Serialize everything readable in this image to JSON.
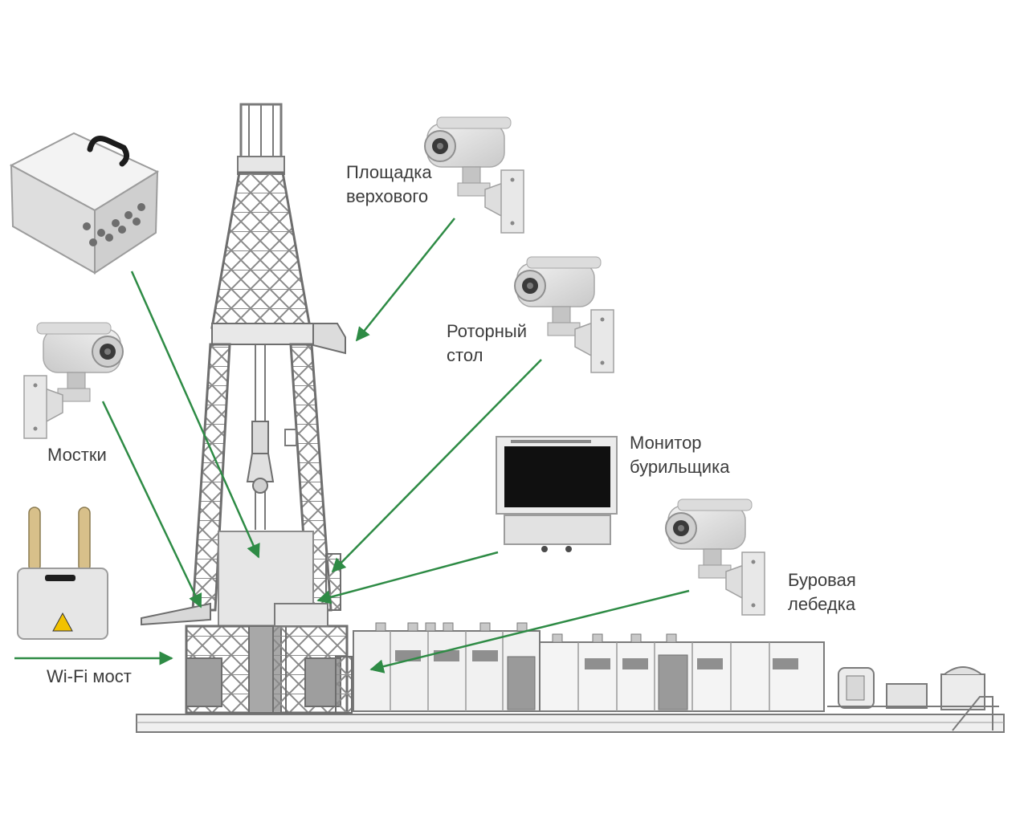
{
  "labels": {
    "platform": [
      "Площадка",
      "верхового"
    ],
    "rotary_table": [
      "Роторный",
      "стол"
    ],
    "walkway": "Мостки",
    "driller_monitor": [
      "Монитор",
      "бурильщика"
    ],
    "drawworks": [
      "Буровая",
      "лебедка"
    ],
    "wifi_bridge": "Wi-Fi мост"
  },
  "colors": {
    "arrow": "#2e8b45",
    "rig_line": "#7a7a7a",
    "device_body": "#e4e4e4",
    "device_shadow": "#b8b8b8",
    "antenna": "#d8c08a",
    "warning": "#f2c200",
    "screen": "#101010"
  },
  "icons": {
    "junction_box": "junction-box-icon",
    "camera": "cctv-camera-icon",
    "monitor": "industrial-monitor-icon",
    "wifi": "wifi-bridge-icon"
  }
}
